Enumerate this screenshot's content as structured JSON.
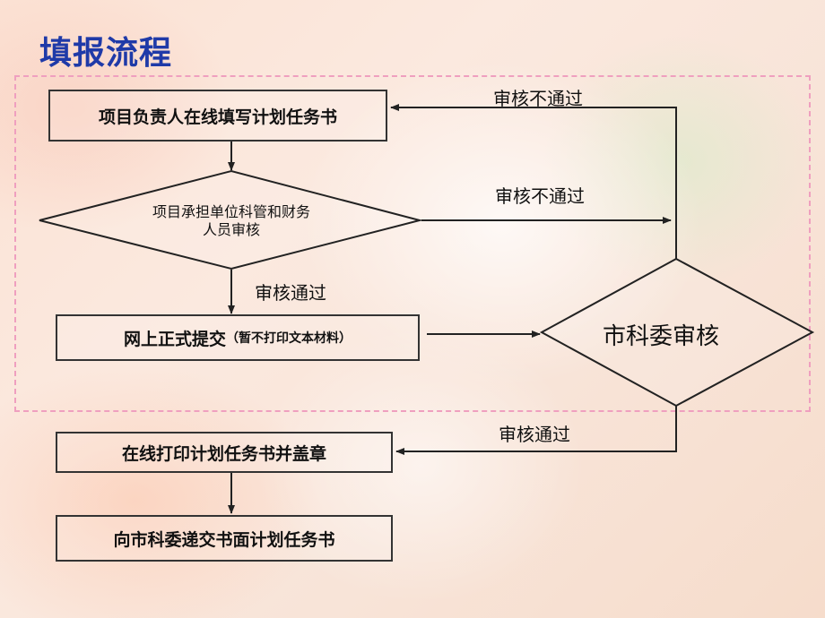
{
  "title": "填报流程",
  "nodes": {
    "fill_task": "项目负责人在线填写计划任务书",
    "unit_review_line1": "项目承担单位科管和财务",
    "unit_review_line2": "人员审核",
    "submit_online": "网上正式提交",
    "submit_online_note": "（暂不打印文本材料）",
    "commission_review": "市科委审核",
    "print_and_stamp": "在线打印计划任务书并盖章",
    "submit_paper": "向市科委递交书面计划任务书"
  },
  "edge_labels": {
    "commission_reject": "审核不通过",
    "unit_reject": "审核不通过",
    "unit_pass": "审核通过",
    "commission_pass": "审核通过"
  },
  "colors": {
    "title": "#1f3aa8",
    "dashed_border": "#ef9fbf",
    "lines": "#222222"
  }
}
